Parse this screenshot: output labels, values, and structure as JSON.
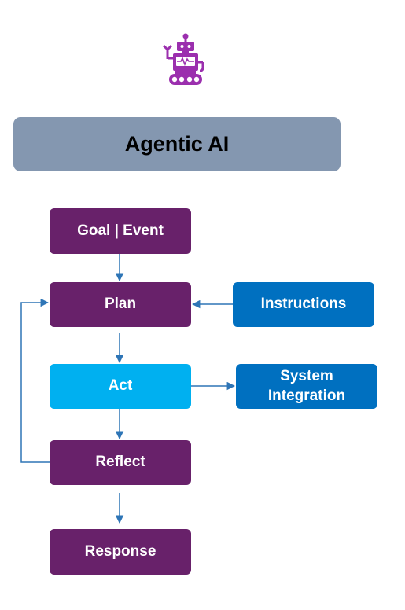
{
  "colors": {
    "header": "#8497b0",
    "purple": "#68216a",
    "light_blue": "#00b0f0",
    "blue": "#0070c0",
    "connector": "#2e75b6",
    "robot_icon": "#9b2fae"
  },
  "icon": "robot-icon",
  "header": {
    "title": "Agentic AI"
  },
  "flow": {
    "goal": "Goal | Event",
    "plan": "Plan",
    "instructions": "Instructions",
    "act": "Act",
    "system_integration": "System Integration",
    "reflect": "Reflect",
    "response": "Response"
  }
}
